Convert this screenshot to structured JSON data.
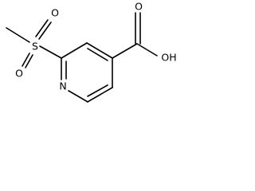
{
  "molecule": {
    "atom_labels": {
      "sulfur": "S",
      "sulfonyl_oxygen_top": "O",
      "sulfonyl_oxygen_bottom": "O",
      "ring_nitrogen": "N",
      "carbonyl_oxygen": "O",
      "hydroxyl": "OH"
    },
    "line_color": "#000000",
    "background_color": "#ffffff"
  }
}
